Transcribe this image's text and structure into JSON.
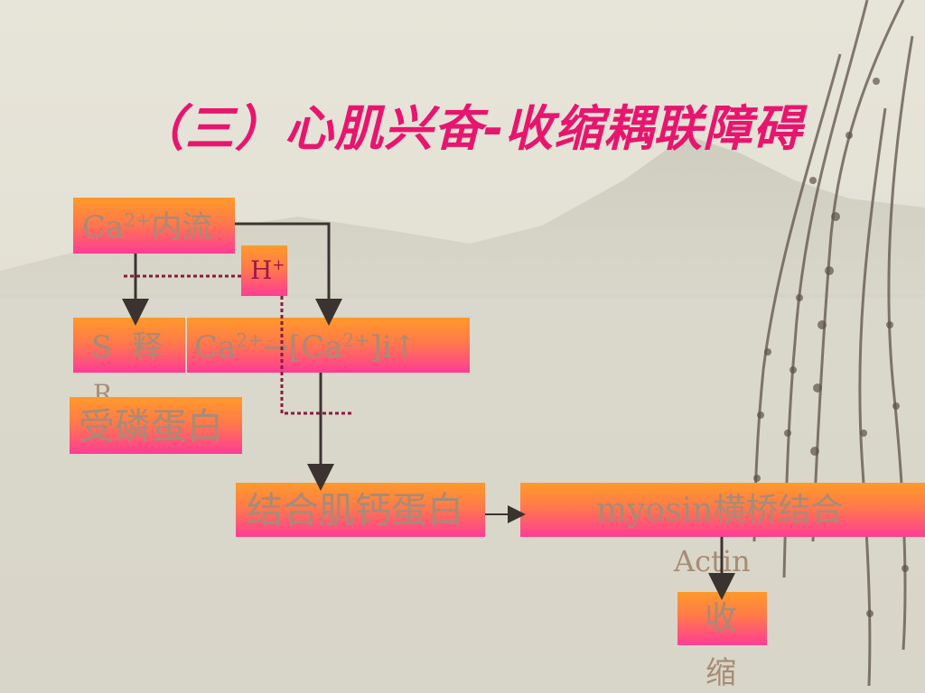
{
  "slide": {
    "title": "（三）心肌兴奋-收缩耦联障碍"
  },
  "diagram": {
    "ca_influx": {
      "base": "Ca",
      "sup": "2+",
      "rest": "内流"
    },
    "h_ion": {
      "base": "H",
      "sup": "+"
    },
    "sr_release": {
      "left": "S  释",
      "left_wrap": "R"
    },
    "ca_increase": {
      "base1": "Ca",
      "sup1": "2+",
      "mid": "→[Ca",
      "sup2": "2+",
      "end": "]i↑"
    },
    "receptor": "受磷蛋白",
    "troponin": "结合肌钙蛋白",
    "myosin": "myosin横桥结合",
    "actin": "Actin",
    "contract_top": "收",
    "contract_bottom": "缩"
  },
  "colors": {
    "title": "#e8156e",
    "box_top": "#ff9a2a",
    "box_bottom": "#ff3c96",
    "box_text": "#a88b77",
    "arrow": "#3b3330",
    "dotted": "#8b1a3c"
  }
}
